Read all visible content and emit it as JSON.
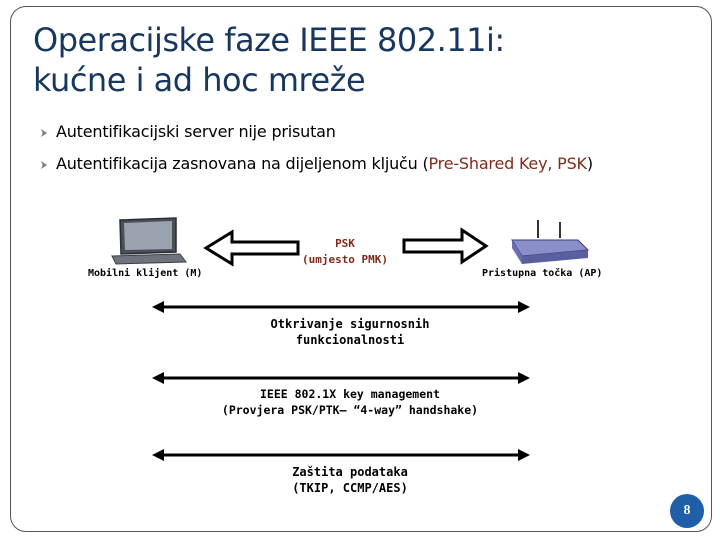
{
  "slide": {
    "title_line1": "Operacijske faze IEEE 802.11i:",
    "title_line2": "kućne i ad hoc mreže",
    "bullets": [
      {
        "text": "Autentifikacijski server nije prisutan"
      },
      {
        "text_before": "Autentifikacija zasnovana na dijeljenom ključu (",
        "highlight": "Pre-Shared Key, PSK",
        "text_after": ")"
      }
    ],
    "diagram": {
      "client_label": "Mobilni klijent (M)",
      "ap_label": "Pristupna točka (AP)",
      "psk_line1": "PSK",
      "psk_line2": "(umjesto PMK)",
      "phase1_line1": "Otkrivanje sigurnosnih",
      "phase1_line2": "funkcionalnosti",
      "phase2_line1": "IEEE 802.1X key management",
      "phase2_line2": "(Provjera PSK/PTK– “4-way” handshake)",
      "phase3_line1": "Zaštita podataka",
      "phase3_line2": "(TKIP, CCMP/AES)"
    },
    "page_number": "8"
  },
  "colors": {
    "title": "#17375E",
    "highlight": "#7F2A1A",
    "page_badge": "#1F5FA8"
  },
  "icons": [
    "bullet-arrow-icon",
    "laptop-icon",
    "router-icon"
  ]
}
